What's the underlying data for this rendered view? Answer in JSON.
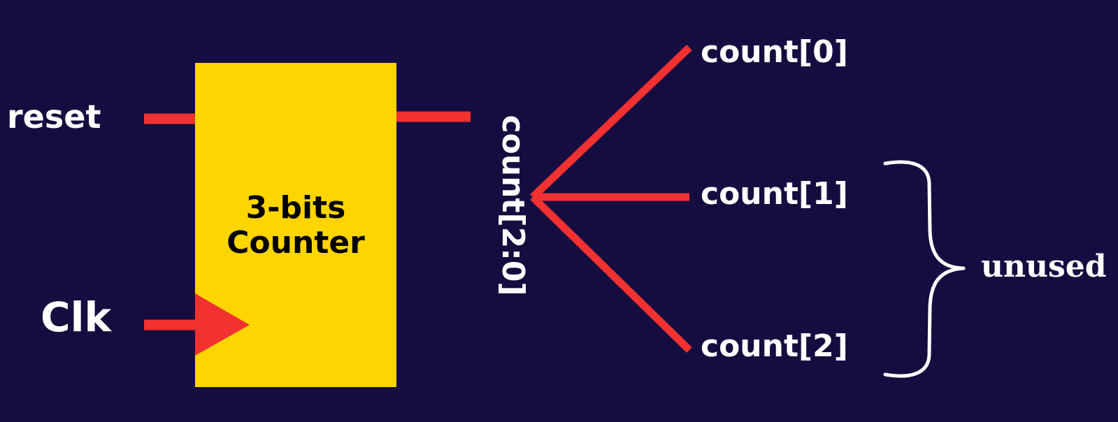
{
  "colors": {
    "background": "#150d40",
    "block_fill": "#ffd500",
    "wire": "#f23131",
    "text": "#ffffff",
    "block_text": "#000000"
  },
  "block": {
    "title_line1": "3-bits",
    "title_line2": "Counter"
  },
  "inputs": {
    "reset": "reset",
    "clk": "Clk"
  },
  "bus": {
    "label": "count[2:0]"
  },
  "outputs": [
    {
      "label": "count[0]"
    },
    {
      "label": "count[1]"
    },
    {
      "label": "count[2]"
    }
  ],
  "annotation": {
    "unused": "unused"
  },
  "icons": [
    "clock-edge-triangle-icon",
    "curly-brace-icon"
  ]
}
